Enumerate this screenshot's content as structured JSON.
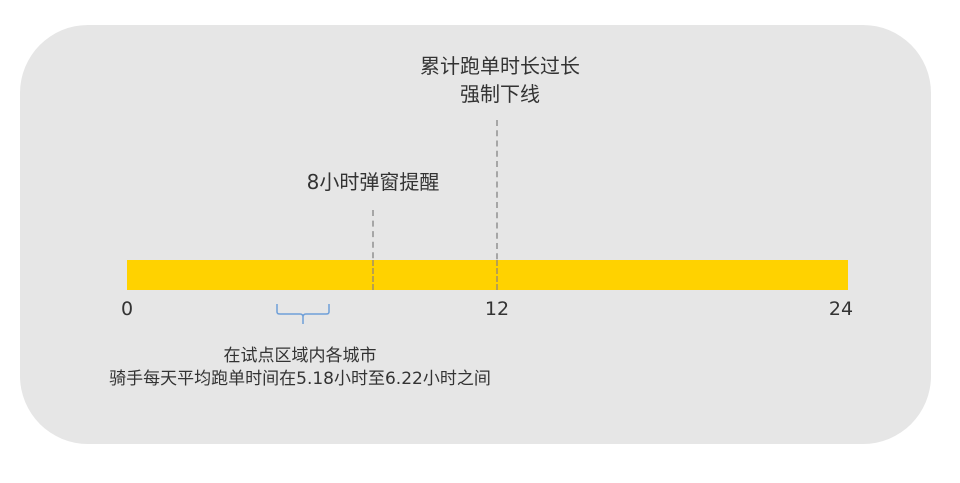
{
  "chart_data": {
    "type": "timeline",
    "axis": {
      "min": 0,
      "max": 24,
      "ticks": [
        "0",
        "12",
        "24"
      ],
      "unit": "hours"
    },
    "bar_color": "#ffd200",
    "markers": [
      {
        "value": 8,
        "label": "8小时弹窗提醒"
      },
      {
        "value": 12,
        "label_lines": [
          "累计跑单时长过长",
          "强制下线"
        ]
      }
    ],
    "range_annotation": {
      "from": 5.18,
      "to": 6.22,
      "lines": [
        "在试点区域内各城市",
        "骑手每天平均跑单时间在5.18小时至6.22小时之间"
      ]
    }
  },
  "markers": {
    "m8": {
      "label": "8小时弹窗提醒"
    },
    "m12": {
      "line1": "累计跑单时长过长",
      "line2": "强制下线"
    }
  },
  "ticks": {
    "t0": "0",
    "t12": "12",
    "t24": "24"
  },
  "note": {
    "line1": "在试点区域内各城市",
    "line2": "骑手每天平均跑单时间在5.18小时至6.22小时之间"
  }
}
